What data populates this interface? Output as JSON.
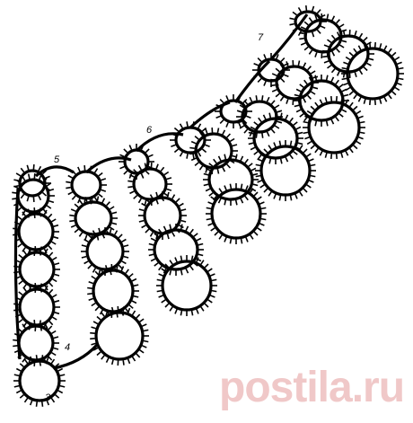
{
  "labels": [
    {
      "id": "n3",
      "text": "3"
    },
    {
      "id": "n4",
      "text": "4"
    },
    {
      "id": "n5",
      "text": "5"
    },
    {
      "id": "n6",
      "text": "6"
    },
    {
      "id": "n7",
      "text": "7"
    }
  ],
  "watermark": {
    "text": "postila.ru",
    "color": "#f0c8c8"
  },
  "colors": {
    "ink": "#000000",
    "paper": "#ffffff"
  }
}
